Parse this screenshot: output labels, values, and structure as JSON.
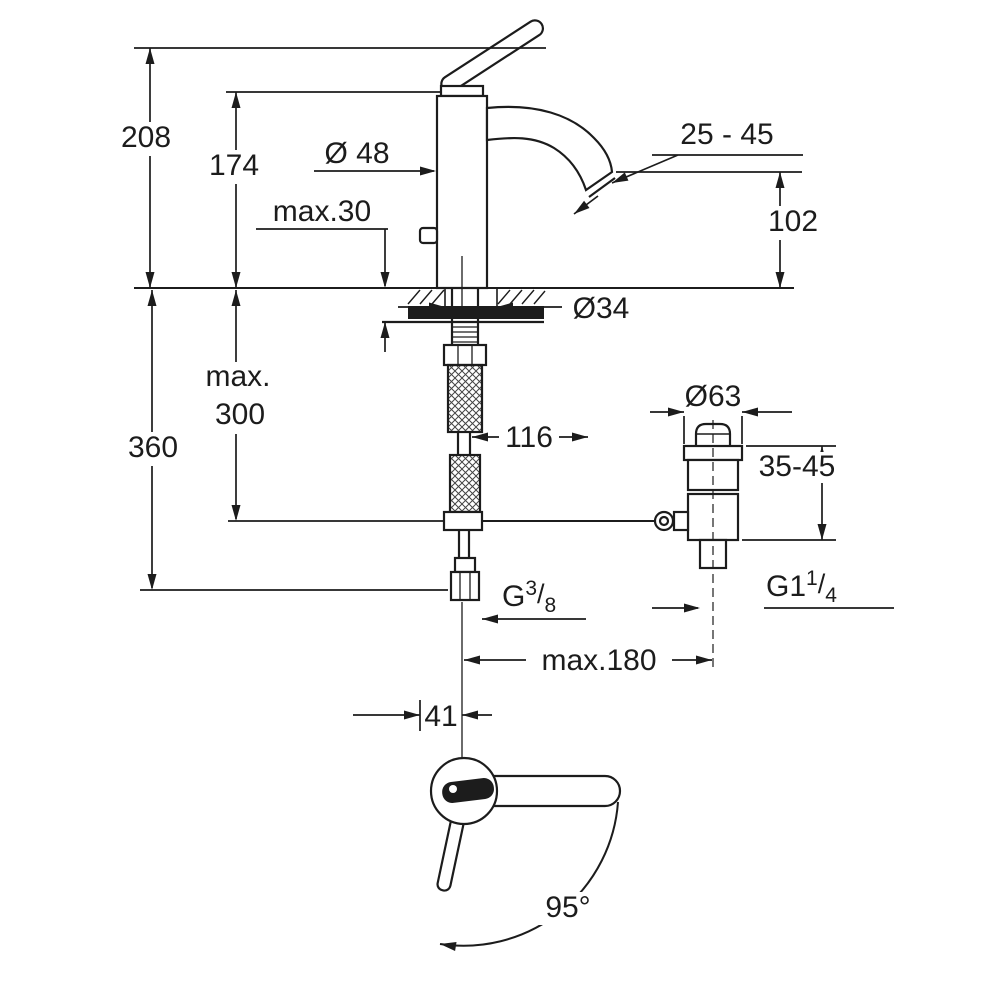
{
  "meta": {
    "ink_color": "#1c1c1c",
    "background_color": "#ffffff"
  },
  "labels": {
    "h208": "208",
    "h174": "174",
    "dia48": "Ø 48",
    "max30": "max.30",
    "spout_range": "25 - 45",
    "h102": "102",
    "dia34": "Ø34",
    "max300_l1": "max.",
    "max300_l2": "300",
    "h360": "360",
    "w116": "116",
    "dia63": "Ø63",
    "drain_range": "35-45",
    "max180": "max.180",
    "w41": "41",
    "angle95": "95°",
    "g38": {
      "prefix": "G",
      "num": "3",
      "slash": "/",
      "den": "8"
    },
    "g114": {
      "prefix": "G1",
      "num": "1",
      "slash": "/",
      "den": "4"
    }
  }
}
